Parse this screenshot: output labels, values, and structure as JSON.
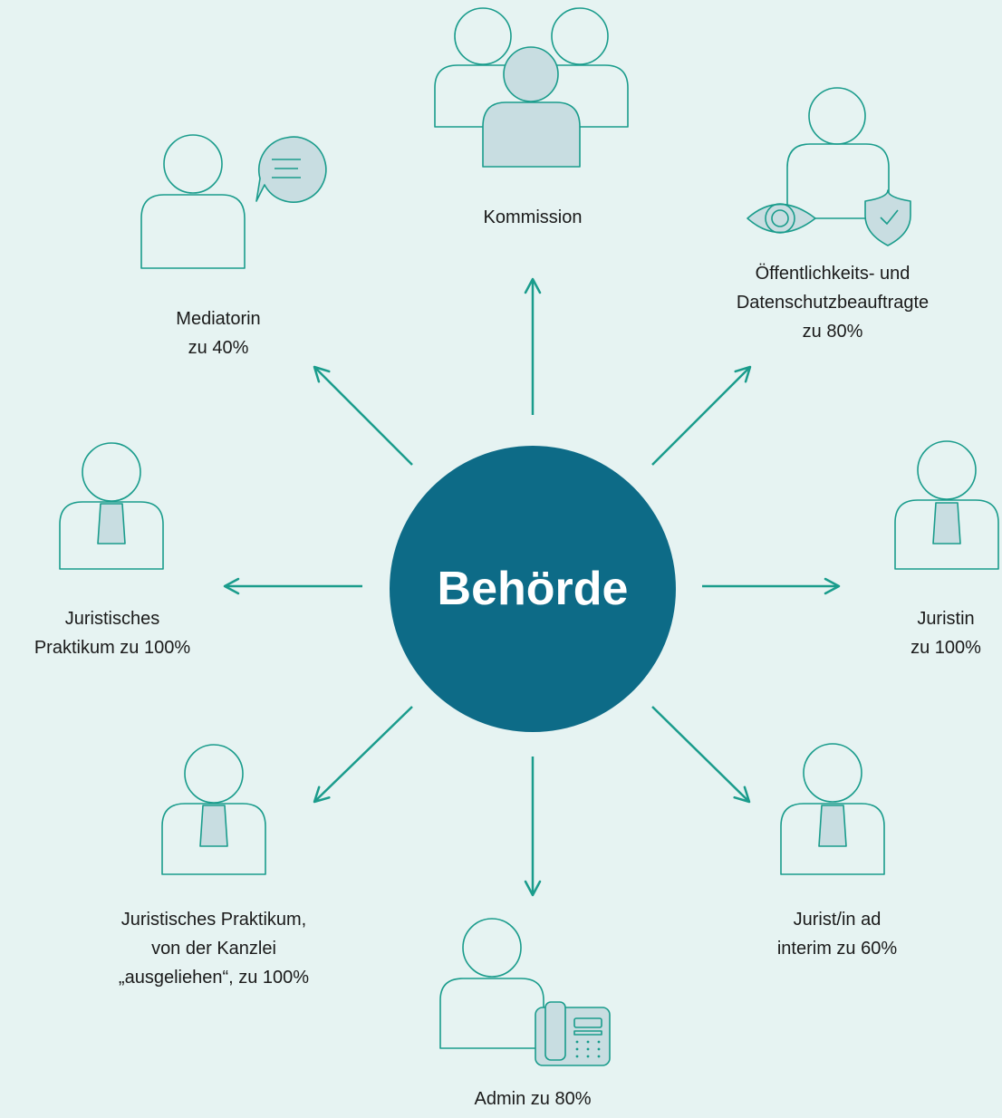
{
  "center": {
    "label": "Behörde"
  },
  "nodes": [
    {
      "id": "kommission",
      "lines": [
        "Kommission"
      ],
      "icon": "group-icon"
    },
    {
      "id": "datenschutz",
      "lines": [
        "Öffentlichkeits- und",
        "Datenschutzbeauftragte",
        "zu 80%"
      ],
      "icon": "person-eye-shield-icon"
    },
    {
      "id": "juristin",
      "lines": [
        "Juristin",
        "zu 100%"
      ],
      "icon": "person-tie-icon"
    },
    {
      "id": "jurist-interim",
      "lines": [
        "Jurist/in ad",
        "interim zu 60%"
      ],
      "icon": "person-tie-icon"
    },
    {
      "id": "admin",
      "lines": [
        "Admin zu 80%"
      ],
      "icon": "person-phone-icon"
    },
    {
      "id": "praktikum-kanzlei",
      "lines": [
        "Juristisches Praktikum,",
        "von der Kanzlei",
        "„ausgeliehen“, zu 100%"
      ],
      "icon": "person-tie-icon"
    },
    {
      "id": "praktikum",
      "lines": [
        "Juristisches",
        "Praktikum zu 100%"
      ],
      "icon": "person-tie-icon"
    },
    {
      "id": "mediatorin",
      "lines": [
        "Mediatorin",
        "zu 40%"
      ],
      "icon": "person-speech-bubble-icon"
    }
  ],
  "colors": {
    "background": "#e6f3f2",
    "circle": "#0d6b87",
    "stroke": "#1a9c8c",
    "fill": "#c8dde1",
    "text": "#1a1a1a"
  }
}
